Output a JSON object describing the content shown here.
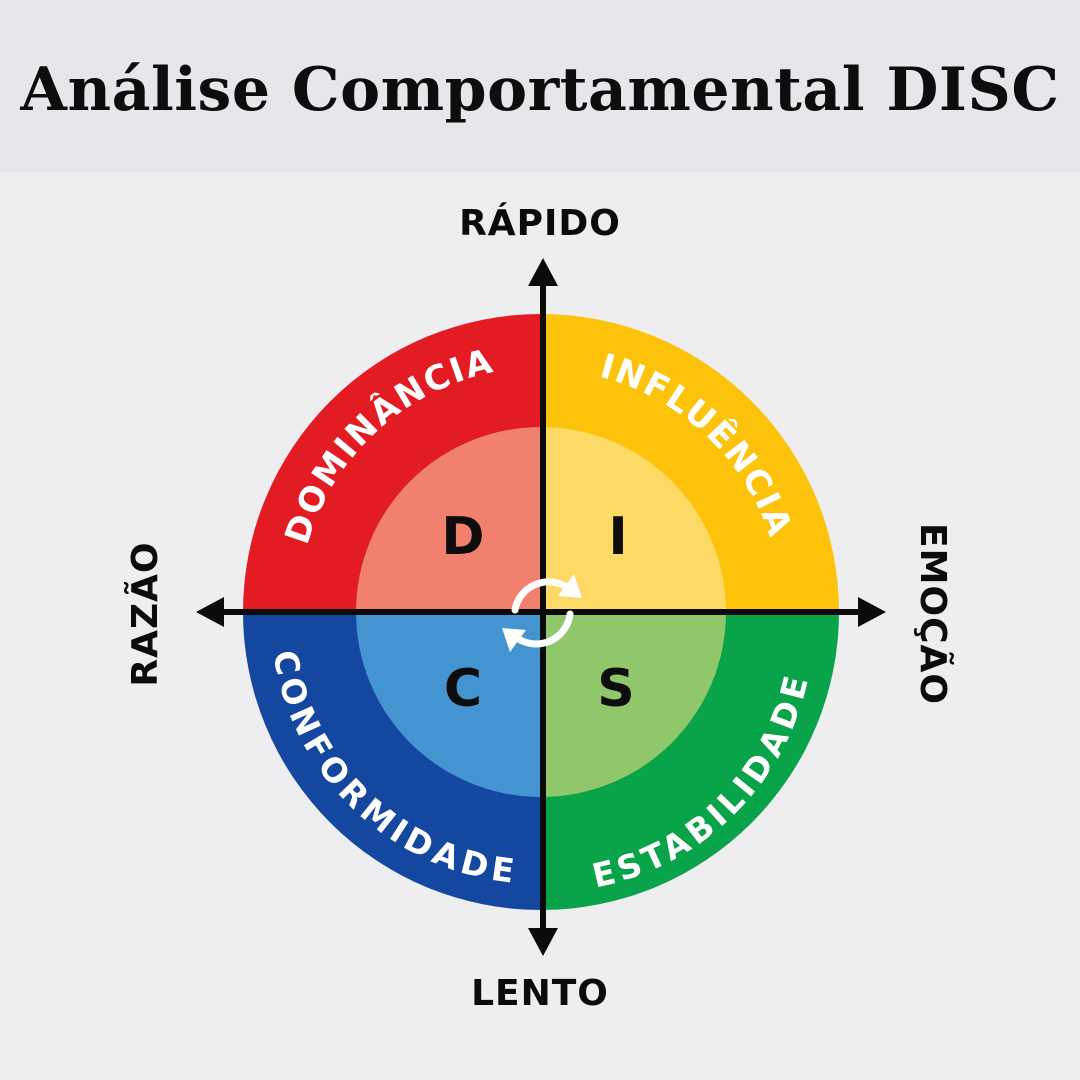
{
  "header": {
    "title": "Análise Comportamental DISC"
  },
  "axes": {
    "top": "RÁPIDO",
    "bottom": "LENTO",
    "left": "RAZÃO",
    "right": "EMOÇÃO"
  },
  "quadrants": [
    {
      "letter": "D",
      "name": "DOMINÂNCIA",
      "outer_color": "#e31b23",
      "inner_color": "#f2806e"
    },
    {
      "letter": "I",
      "name": "INFLUÊNCIA",
      "outer_color": "#fcc30a",
      "inner_color": "#fdd966"
    },
    {
      "letter": "S",
      "name": "ESTABILIDADE",
      "outer_color": "#09a34a",
      "inner_color": "#8fc76a"
    },
    {
      "letter": "C",
      "name": "CONFORMIDADE",
      "outer_color": "#1448a0",
      "inner_color": "#4594d2"
    }
  ],
  "center_icon": "cycle-arrows-icon"
}
